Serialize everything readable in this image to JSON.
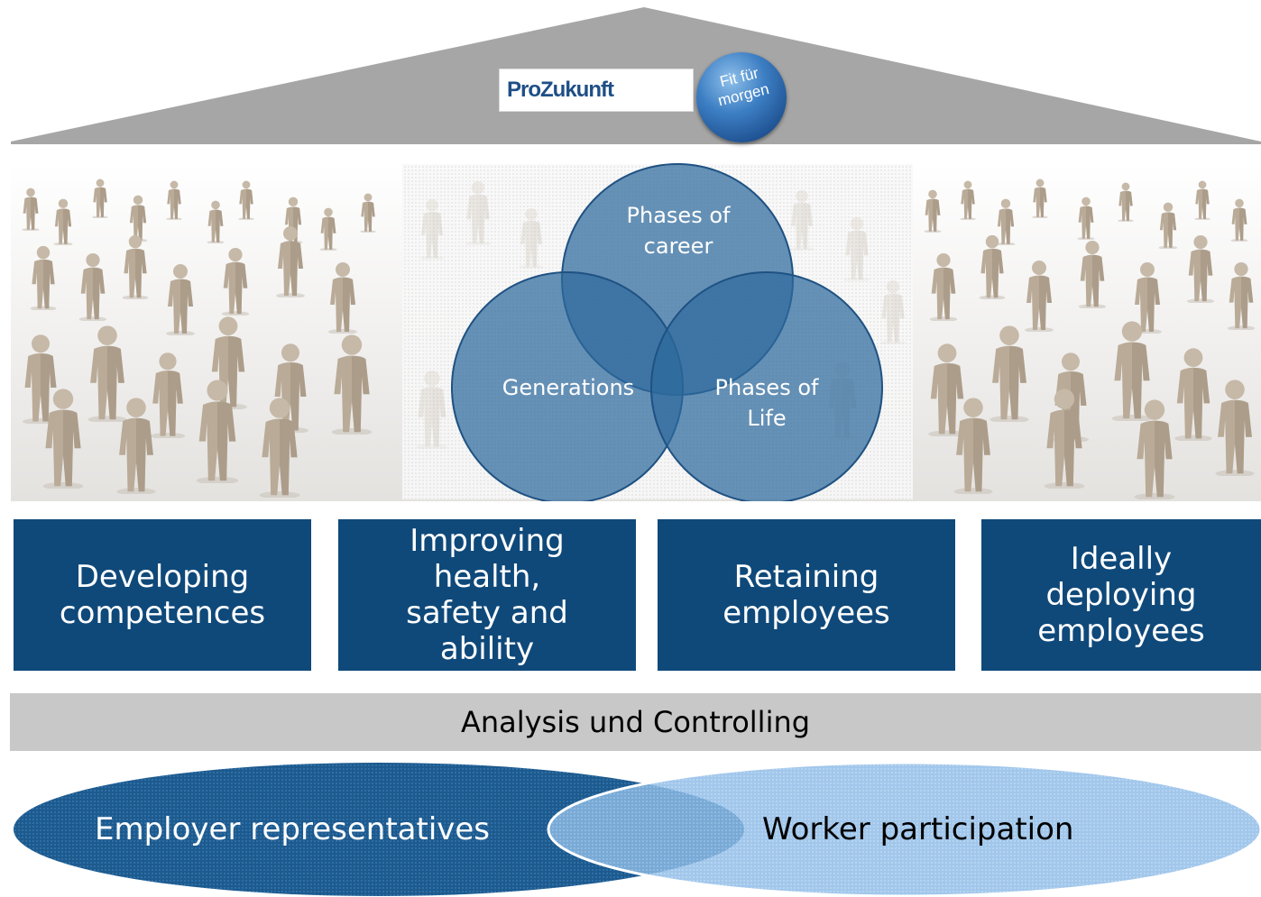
{
  "logo": {
    "brand": "ProZukunft",
    "badge_line1": "Fit für",
    "badge_line2": "morgen"
  },
  "venn": {
    "top": [
      "Phases of",
      "career"
    ],
    "left": "Generations",
    "right": [
      "Phases of",
      "Life"
    ]
  },
  "pillars": [
    {
      "lines": [
        "Developing",
        "competences"
      ]
    },
    {
      "lines": [
        "Improving",
        "health,",
        "safety and",
        "ability"
      ]
    },
    {
      "lines": [
        "Retaining",
        "employees"
      ]
    },
    {
      "lines": [
        "Ideally",
        "deploying",
        "employees"
      ]
    }
  ],
  "analysis": "Analysis und Controlling",
  "foundation": {
    "left": "Employer representatives",
    "right": "Worker participation"
  },
  "colors": {
    "roof": "#a6a6a6",
    "pillar": "#0f497a",
    "analysis_bar": "#c8c8c8",
    "employer_ellipse": "#1d5a8e",
    "worker_ellipse": "#8dbbe6",
    "venn_circle": "#2e6a9c"
  }
}
